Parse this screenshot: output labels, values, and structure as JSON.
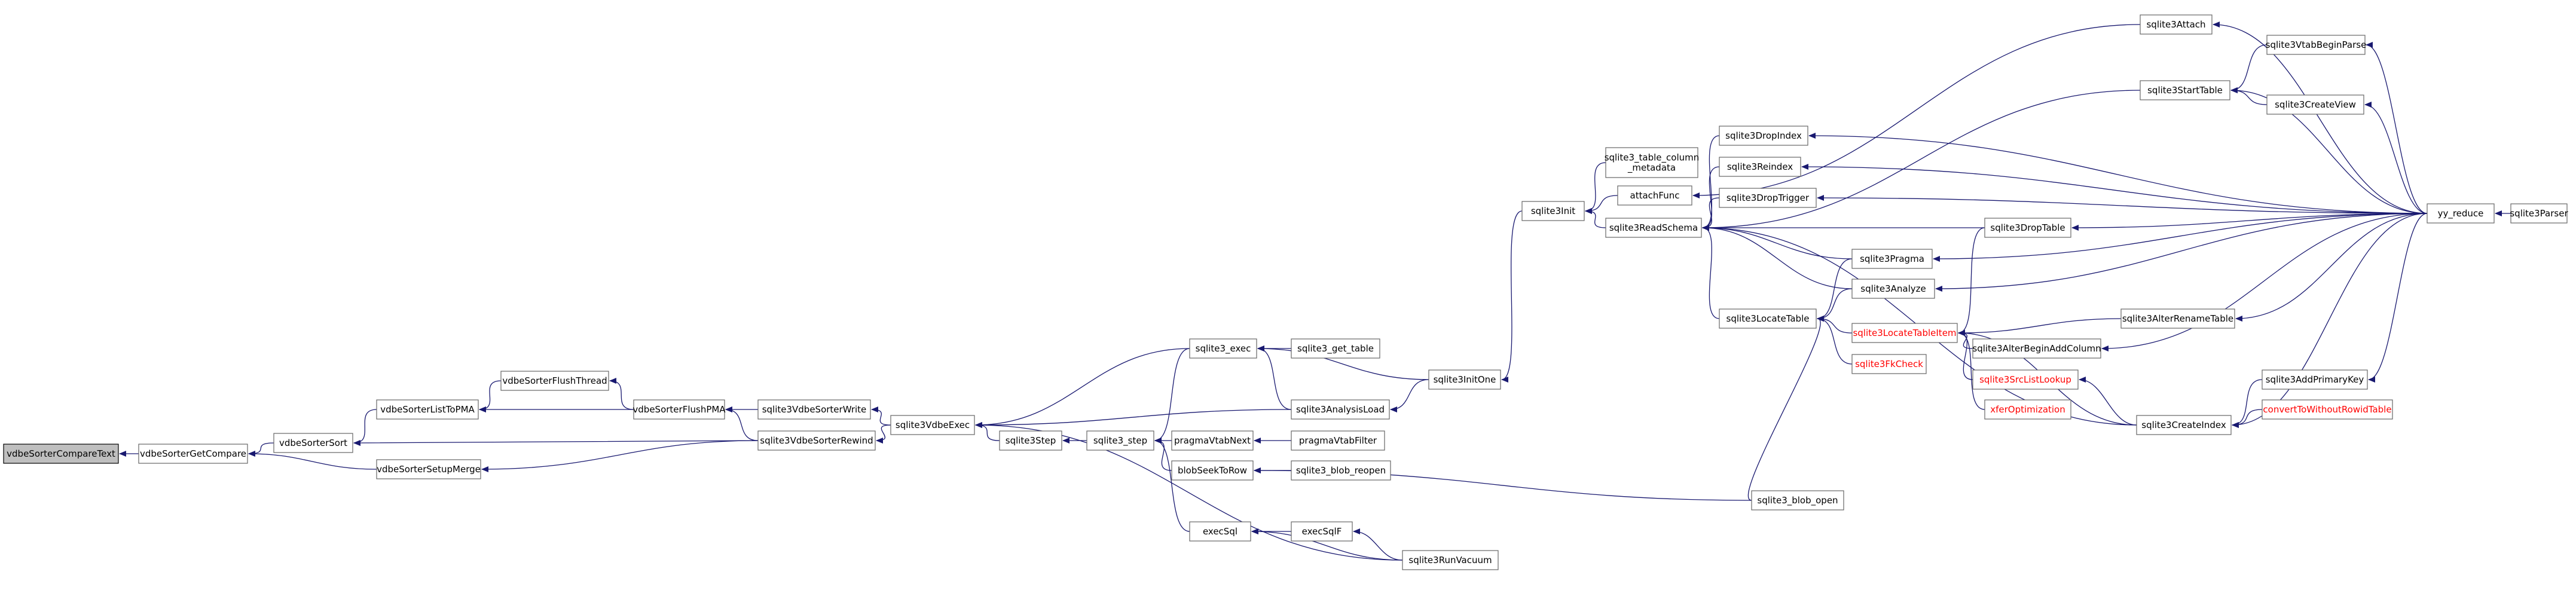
{
  "diagram": {
    "type": "call-graph",
    "nodes": [
      {
        "id": "n0",
        "lines": [
          "vdbeSorterCompareText"
        ],
        "root": true
      },
      {
        "id": "n1",
        "lines": [
          "vdbeSorterGetCompare"
        ]
      },
      {
        "id": "n2",
        "lines": [
          "vdbeSorterSort"
        ]
      },
      {
        "id": "n3",
        "lines": [
          "vdbeSorterSetupMerge"
        ]
      },
      {
        "id": "n4",
        "lines": [
          "vdbeSorterListToPMA"
        ]
      },
      {
        "id": "n5",
        "lines": [
          "vdbeSorterFlushThread"
        ]
      },
      {
        "id": "n6",
        "lines": [
          "vdbeSorterFlushPMA"
        ]
      },
      {
        "id": "n7",
        "lines": [
          "sqlite3VdbeSorterWrite"
        ]
      },
      {
        "id": "n8",
        "lines": [
          "sqlite3VdbeSorterRewind"
        ]
      },
      {
        "id": "n9",
        "lines": [
          "sqlite3VdbeExec"
        ]
      },
      {
        "id": "n10",
        "lines": [
          "sqlite3Step"
        ]
      },
      {
        "id": "n11",
        "lines": [
          "sqlite3_step"
        ]
      },
      {
        "id": "n12",
        "lines": [
          "sqlite3_exec"
        ]
      },
      {
        "id": "n13",
        "lines": [
          "sqlite3_get_table"
        ]
      },
      {
        "id": "n14",
        "lines": [
          "sqlite3AnalysisLoad"
        ]
      },
      {
        "id": "n15",
        "lines": [
          "sqlite3InitOne"
        ]
      },
      {
        "id": "n16",
        "lines": [
          "sqlite3Init"
        ]
      },
      {
        "id": "n17",
        "lines": [
          "sqlite3_table_column",
          "_metadata"
        ]
      },
      {
        "id": "n18",
        "lines": [
          "attachFunc"
        ]
      },
      {
        "id": "n19",
        "lines": [
          "sqlite3ReadSchema"
        ]
      },
      {
        "id": "n20",
        "lines": [
          "pragmaVtabNext"
        ]
      },
      {
        "id": "n21",
        "lines": [
          "pragmaVtabFilter"
        ]
      },
      {
        "id": "n22",
        "lines": [
          "blobSeekToRow"
        ]
      },
      {
        "id": "n23",
        "lines": [
          "sqlite3_blob_reopen"
        ]
      },
      {
        "id": "n24",
        "lines": [
          "sqlite3_blob_open"
        ]
      },
      {
        "id": "n25",
        "lines": [
          "execSql"
        ]
      },
      {
        "id": "n26",
        "lines": [
          "execSqlF"
        ]
      },
      {
        "id": "n27",
        "lines": [
          "sqlite3RunVacuum"
        ]
      },
      {
        "id": "n28",
        "lines": [
          "sqlite3Attach"
        ]
      },
      {
        "id": "n29",
        "lines": [
          "sqlite3StartTable"
        ]
      },
      {
        "id": "n30",
        "lines": [
          "sqlite3VtabBeginParse"
        ]
      },
      {
        "id": "n31",
        "lines": [
          "sqlite3CreateView"
        ]
      },
      {
        "id": "n32",
        "lines": [
          "sqlite3DropIndex"
        ]
      },
      {
        "id": "n33",
        "lines": [
          "sqlite3Reindex"
        ]
      },
      {
        "id": "n34",
        "lines": [
          "sqlite3DropTrigger"
        ]
      },
      {
        "id": "n35",
        "lines": [
          "sqlite3DropTable"
        ]
      },
      {
        "id": "n36",
        "lines": [
          "sqlite3Pragma"
        ]
      },
      {
        "id": "n37",
        "lines": [
          "sqlite3Analyze"
        ]
      },
      {
        "id": "n38",
        "lines": [
          "sqlite3LocateTable"
        ]
      },
      {
        "id": "n39",
        "lines": [
          "sqlite3LocateTableItem"
        ],
        "red": true
      },
      {
        "id": "n40",
        "lines": [
          "sqlite3FkCheck"
        ],
        "red": true
      },
      {
        "id": "n41",
        "lines": [
          "sqlite3AlterRenameTable"
        ]
      },
      {
        "id": "n42",
        "lines": [
          "sqlite3AlterBeginAddColumn"
        ]
      },
      {
        "id": "n43",
        "lines": [
          "sqlite3SrcListLookup"
        ],
        "red": true
      },
      {
        "id": "n44",
        "lines": [
          "xferOptimization"
        ],
        "red": true
      },
      {
        "id": "n45",
        "lines": [
          "sqlite3CreateIndex"
        ]
      },
      {
        "id": "n46",
        "lines": [
          "sqlite3AddPrimaryKey"
        ]
      },
      {
        "id": "n47",
        "lines": [
          "convertToWithoutRowidTable"
        ],
        "red": true
      },
      {
        "id": "n48",
        "lines": [
          "yy_reduce"
        ]
      },
      {
        "id": "n49",
        "lines": [
          "sqlite3Parser"
        ]
      }
    ],
    "edges": [
      [
        "n1",
        "n0"
      ],
      [
        "n2",
        "n1"
      ],
      [
        "n3",
        "n1"
      ],
      [
        "n4",
        "n2"
      ],
      [
        "n8",
        "n2"
      ],
      [
        "n5",
        "n4"
      ],
      [
        "n6",
        "n4"
      ],
      [
        "n6",
        "n5"
      ],
      [
        "n7",
        "n6"
      ],
      [
        "n8",
        "n6"
      ],
      [
        "n8",
        "n3"
      ],
      [
        "n9",
        "n7"
      ],
      [
        "n9",
        "n8"
      ],
      [
        "n10",
        "n9"
      ],
      [
        "n12",
        "n9"
      ],
      [
        "n27",
        "n9"
      ],
      [
        "n11",
        "n10"
      ],
      [
        "n12",
        "n11"
      ],
      [
        "n14",
        "n12"
      ],
      [
        "n20",
        "n11"
      ],
      [
        "n22",
        "n11"
      ],
      [
        "n25",
        "n11"
      ],
      [
        "n13",
        "n12"
      ],
      [
        "n15",
        "n12"
      ],
      [
        "n15",
        "n14"
      ],
      [
        "n14",
        "n9"
      ],
      [
        "n16",
        "n15"
      ],
      [
        "n17",
        "n16"
      ],
      [
        "n18",
        "n16"
      ],
      [
        "n19",
        "n16"
      ],
      [
        "n28",
        "n18"
      ],
      [
        "n21",
        "n20"
      ],
      [
        "n23",
        "n22"
      ],
      [
        "n24",
        "n22"
      ],
      [
        "n26",
        "n25"
      ],
      [
        "n27",
        "n25"
      ],
      [
        "n27",
        "n26"
      ],
      [
        "n29",
        "n19"
      ],
      [
        "n32",
        "n19"
      ],
      [
        "n33",
        "n19"
      ],
      [
        "n34",
        "n19"
      ],
      [
        "n35",
        "n19"
      ],
      [
        "n36",
        "n19"
      ],
      [
        "n37",
        "n19"
      ],
      [
        "n38",
        "n19"
      ],
      [
        "n45",
        "n19"
      ],
      [
        "n36",
        "n38"
      ],
      [
        "n37",
        "n38"
      ],
      [
        "n39",
        "n38"
      ],
      [
        "n40",
        "n38"
      ],
      [
        "n24",
        "n38"
      ],
      [
        "n35",
        "n39"
      ],
      [
        "n41",
        "n39"
      ],
      [
        "n42",
        "n39"
      ],
      [
        "n43",
        "n39"
      ],
      [
        "n44",
        "n39"
      ],
      [
        "n45",
        "n39"
      ],
      [
        "n45",
        "n43"
      ],
      [
        "n46",
        "n45"
      ],
      [
        "n47",
        "n45"
      ],
      [
        "n30",
        "n29"
      ],
      [
        "n31",
        "n29"
      ],
      [
        "n48",
        "n28"
      ],
      [
        "n48",
        "n29"
      ],
      [
        "n48",
        "n30"
      ],
      [
        "n48",
        "n31"
      ],
      [
        "n48",
        "n32"
      ],
      [
        "n48",
        "n33"
      ],
      [
        "n48",
        "n34"
      ],
      [
        "n48",
        "n35"
      ],
      [
        "n48",
        "n36"
      ],
      [
        "n48",
        "n37"
      ],
      [
        "n48",
        "n41"
      ],
      [
        "n48",
        "n42"
      ],
      [
        "n48",
        "n45"
      ],
      [
        "n48",
        "n46"
      ],
      [
        "n49",
        "n48"
      ]
    ]
  }
}
